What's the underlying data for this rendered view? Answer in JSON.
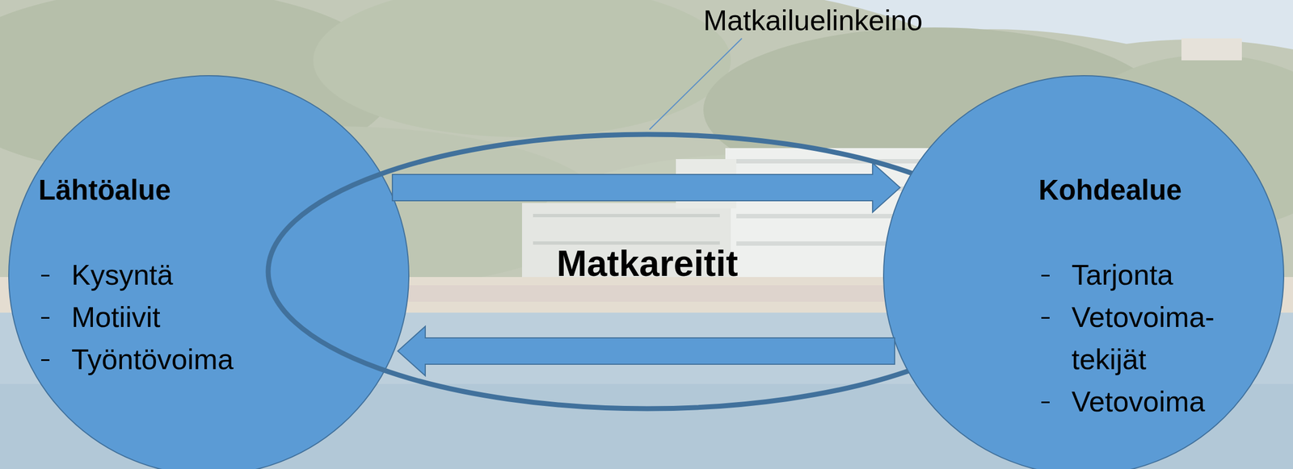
{
  "diagram": {
    "nodes": [
      {
        "text": [
          "Lähtöalue",
          "Kysyntä",
          "Motiivit",
          "Työntövoima"
        ]
      },
      {
        "text": [
          "Matkareitit"
        ]
      },
      {
        "text": [
          "Kohdealue",
          "Tarjonta",
          "Vetovoima- tekijät",
          "Vetovoima"
        ]
      }
    ],
    "edges": [
      {
        "from": 0,
        "to": 2,
        "arrow": "to"
      },
      {
        "from": 2,
        "to": 0,
        "arrow": "to"
      }
    ],
    "labels": [
      "Matkailuelinkeino"
    ]
  }
}
